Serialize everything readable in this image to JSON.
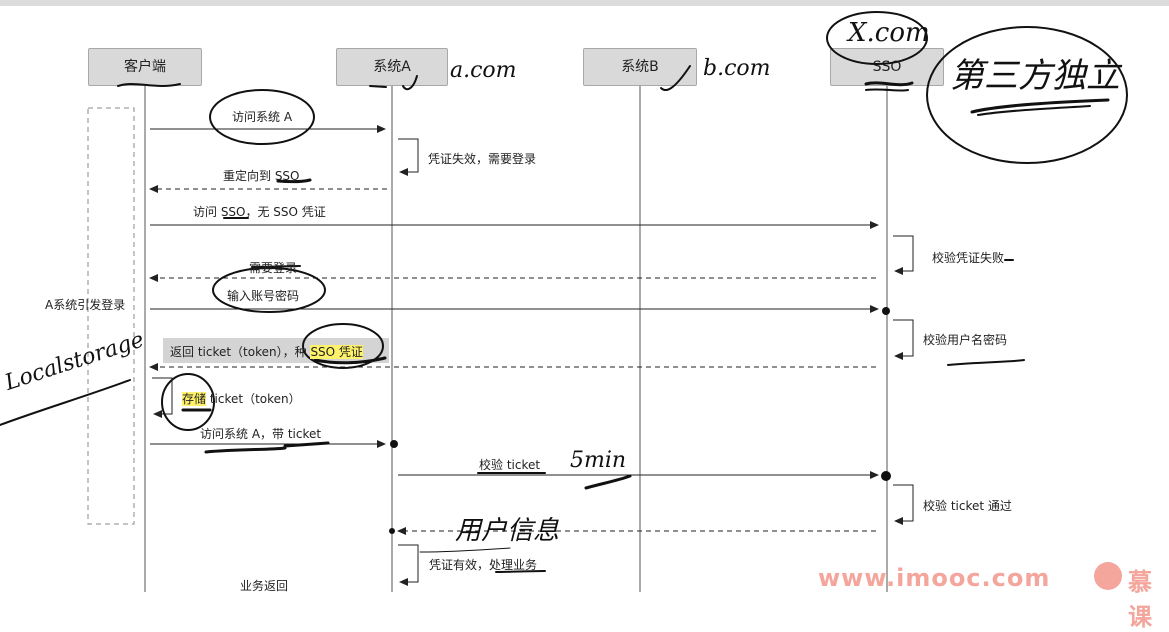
{
  "actors": {
    "client": "客户端",
    "system_a": "系统A",
    "system_b": "系统B",
    "sso": "SSO"
  },
  "messages": {
    "m1": "访问系统 A",
    "m2": "凭证失效，需要登录",
    "m3": "重定向到 SSO",
    "m4": "访问 SSO，无 SSO 凭证",
    "m5": "校验凭证失败",
    "m6": "需要登录",
    "m7": "输入账号密码",
    "m8": "校验用户名密码",
    "m9a": "返回 ticket（token），种 ",
    "m9b": "SSO 凭证",
    "m10a": "存储",
    "m10b": " ticket（token）",
    "m11": "访问系统 A，带 ticket",
    "m12": "校验 ticket",
    "m13": "校验 ticket 通过",
    "m14": "凭证有效，处理业务",
    "m15": "业务返回"
  },
  "group_label": "A系统引发登录",
  "annotations": {
    "a_domain": "a.com",
    "b_domain": "b.com",
    "x_domain": "X.com",
    "sso_note": "第三方独立",
    "localstorage": "Localstorage",
    "five_min": "5min",
    "user_info": "用户信息"
  },
  "watermark": {
    "url": "www.imooc.com",
    "brand": "慕课"
  },
  "colors": {
    "actor_bg": "#d9d9d9",
    "highlight": "#fff26b",
    "watermark": "#f4a59c"
  }
}
